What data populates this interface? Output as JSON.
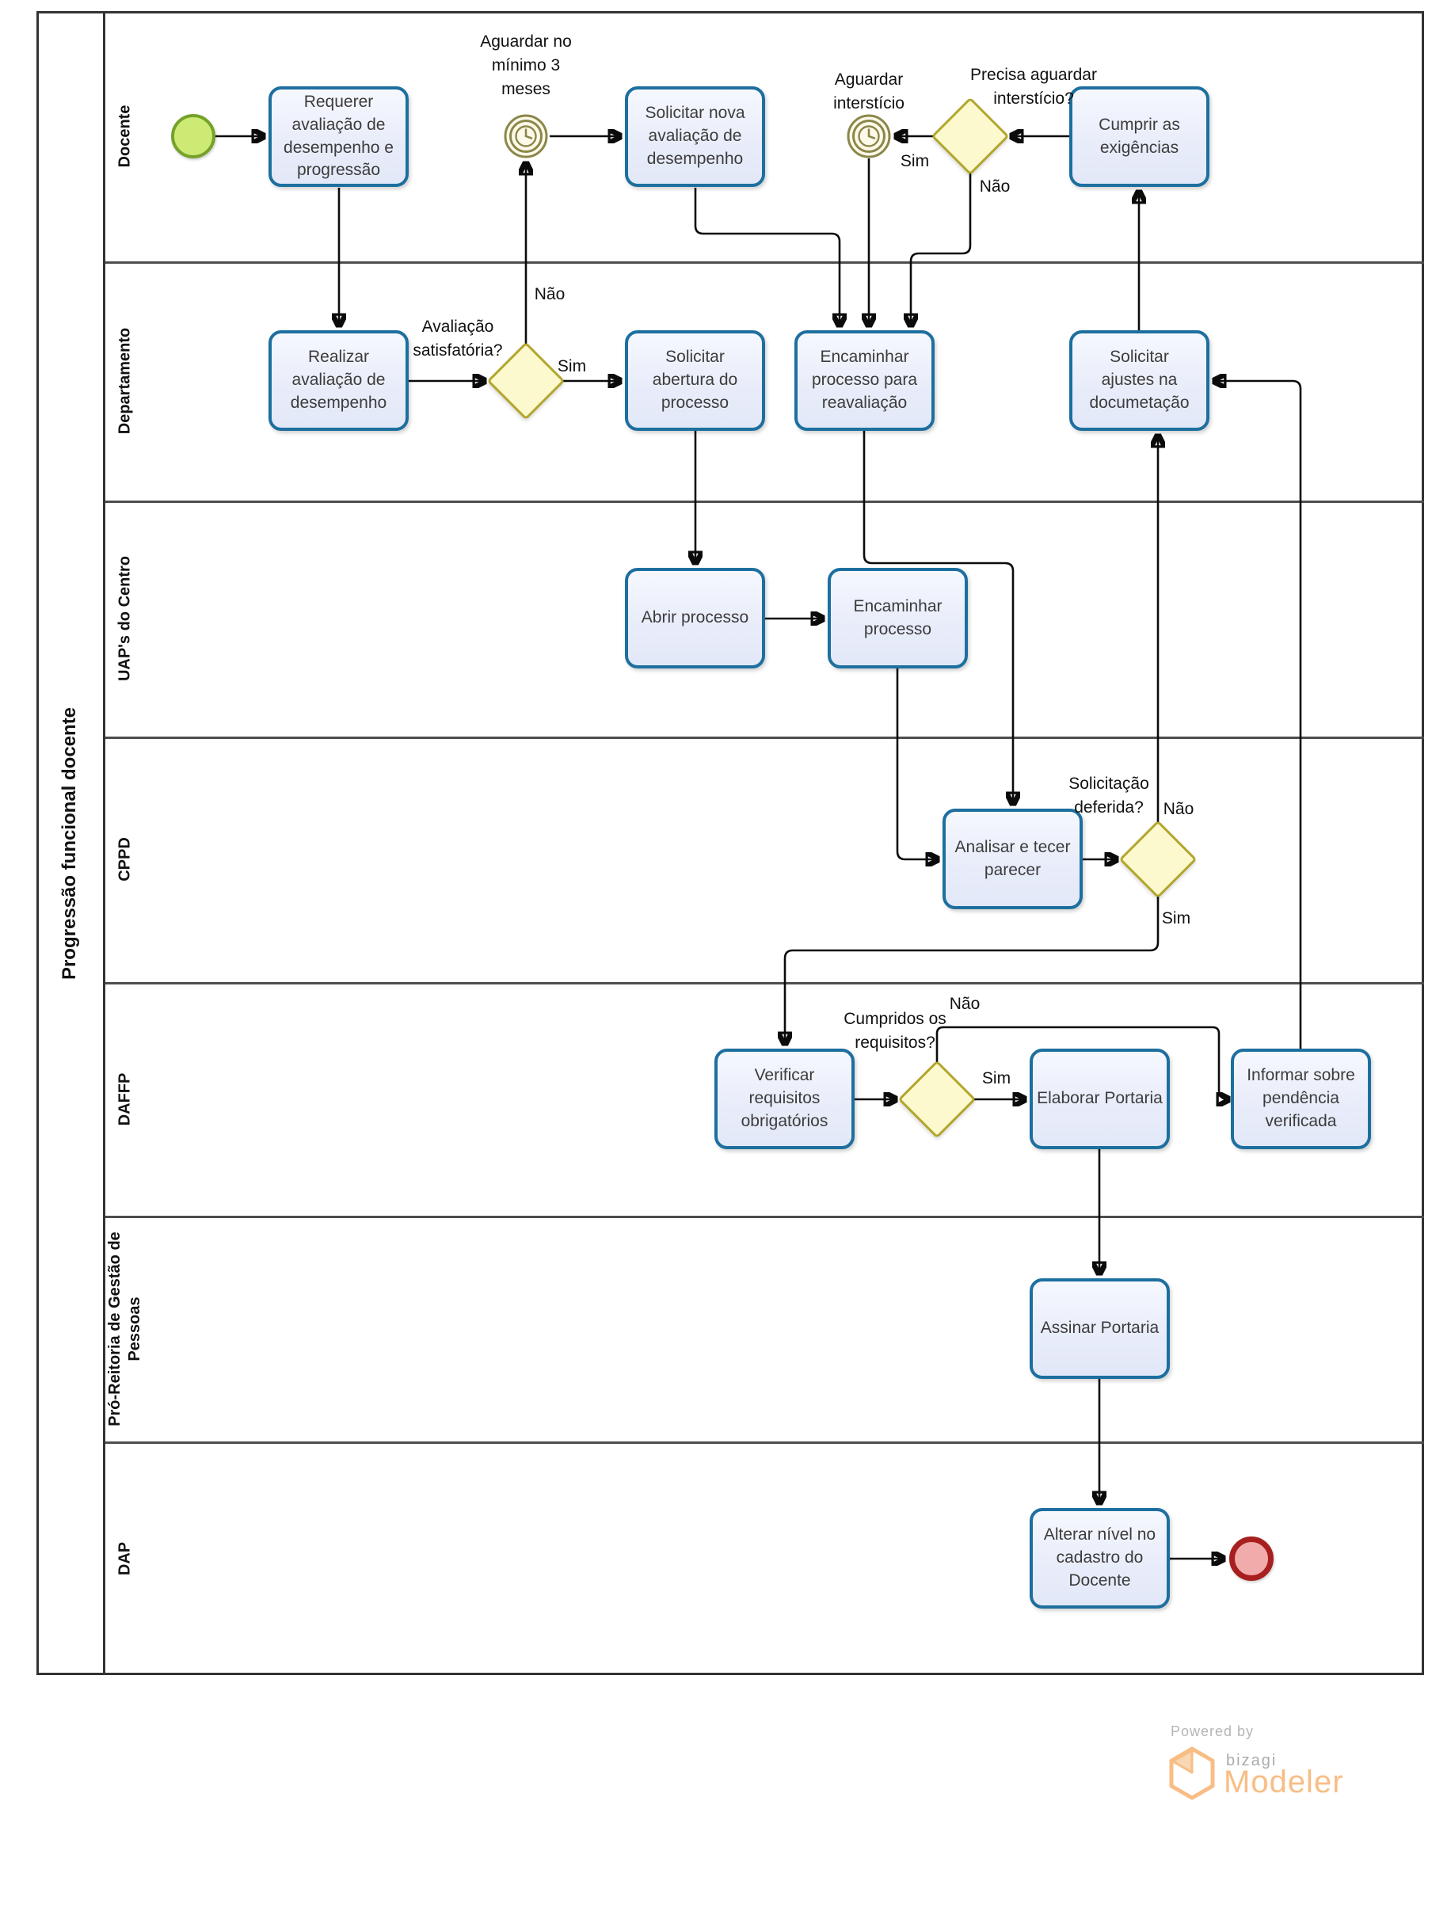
{
  "pool": {
    "title": "Progressão funcional docente"
  },
  "lanes": [
    {
      "label": "Docente"
    },
    {
      "label": "Departamento"
    },
    {
      "label": "UAP's do Centro"
    },
    {
      "label": "CPPD"
    },
    {
      "label": "DAFFP"
    },
    {
      "label": "Pró-Reitoria de Gestão de\nPessoas"
    },
    {
      "label": "DAP"
    }
  ],
  "tasks": {
    "requerer": {
      "label": "Requerer\navaliação de\ndesempenho e\nprogressão"
    },
    "solicitar_nova": {
      "label": "Solicitar nova\navaliação de\ndesempenho"
    },
    "cumprir": {
      "label": "Cumprir as\nexigências"
    },
    "realizar": {
      "label": "Realizar\navaliação de\ndesempenho"
    },
    "solicitar_abertura": {
      "label": "Solicitar\nabertura do\nprocesso"
    },
    "encaminhar_reav": {
      "label": "Encaminhar\nprocesso para\nreavaliação"
    },
    "solicitar_ajustes": {
      "label": "Solicitar\najustes na\ndocumetação"
    },
    "abrir": {
      "label": "Abrir processo"
    },
    "encaminhar_proc": {
      "label": "Encaminhar\nprocesso"
    },
    "analisar": {
      "label": "Analisar e tecer\nparecer"
    },
    "verificar": {
      "label": "Verificar\nrequisitos\nobrigatórios"
    },
    "elaborar": {
      "label": "Elaborar Portaria"
    },
    "informar": {
      "label": "Informar sobre\npendência\nverificada"
    },
    "assinar": {
      "label": "Assinar Portaria"
    },
    "alterar": {
      "label": "Alterar nível no\ncadastro do\nDocente"
    }
  },
  "events": {
    "timer_min3": {
      "label": "Aguardar no\nmínimo 3\nmeses"
    },
    "timer_interstice": {
      "label": "Aguardar\ninterstício"
    }
  },
  "gateways": {
    "g1": {
      "question": "Avaliação\nsatisfatória?"
    },
    "g2": {
      "question": "Precisa aguardar\ninterstício?"
    },
    "g3": {
      "question": "Solicitação\ndeferida?"
    },
    "g4": {
      "question": "Cumpridos os\nrequisitos?"
    }
  },
  "labels": {
    "g1_sim": "Sim",
    "g1_nao": "Não",
    "g2_sim": "Sim",
    "g2_nao": "Não",
    "g3_sim": "Sim",
    "g3_nao": "Não",
    "g4_sim": "Sim",
    "g4_nao": "Não"
  },
  "footer": {
    "powered_by": "Powered by",
    "brand": "bizagi",
    "product": "Modeler"
  },
  "colors": {
    "task_border": "#1d6f9f",
    "task_fill": "#e9edfa",
    "gateway_fill": "#fbf9cd",
    "gateway_border": "#b3a62c",
    "start_fill": "#cdea75",
    "start_border": "#75a229",
    "end_fill": "#f2abab",
    "end_border": "#a81f1f",
    "timer_stroke": "#8b874a",
    "flow": "#0b0b0b",
    "brand_orange": "#f8bd85",
    "brand_gray": "#ababab"
  }
}
